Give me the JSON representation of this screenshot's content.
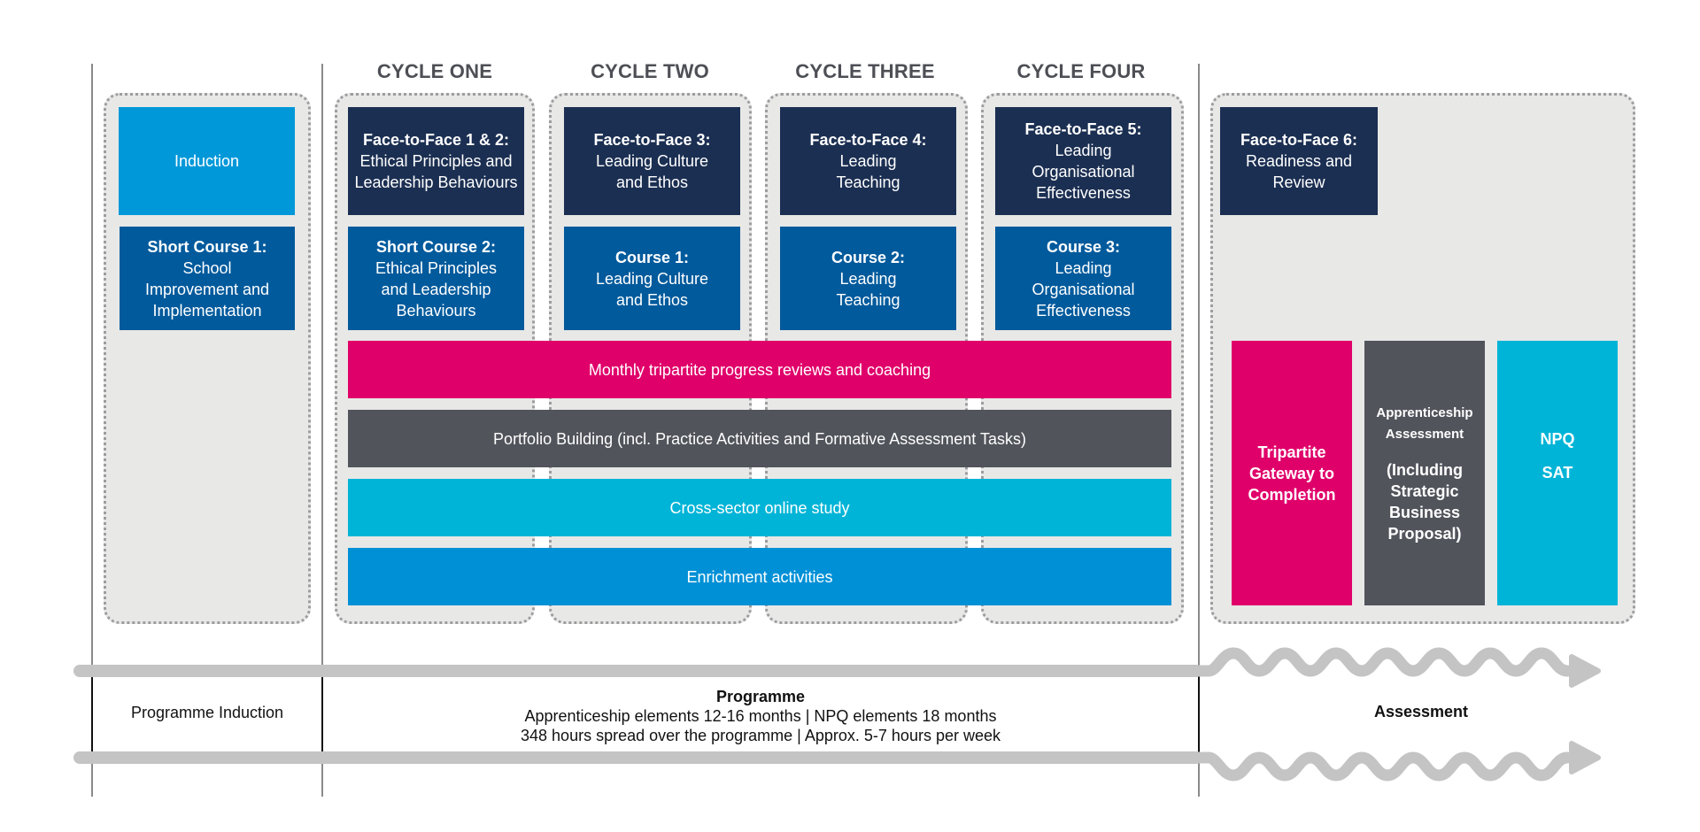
{
  "colors": {
    "face_to_face": "#1b2f52",
    "course": "#005a9c",
    "induction": "#0098d9",
    "coaching": "#e0006a",
    "portfolio": "#51545b",
    "online_study": "#00b4d7",
    "enrichment": "#0090d6",
    "panel": "#e8e8e7",
    "timeline": "#c4c4c4",
    "heading": "#4d4f55"
  },
  "cycles": [
    {
      "title": "CYCLE ONE"
    },
    {
      "title": "CYCLE TWO"
    },
    {
      "title": "CYCLE THREE"
    },
    {
      "title": "CYCLE FOUR"
    }
  ],
  "induction_column": {
    "induction_label": "Induction",
    "short_course": {
      "title": "Short Course 1:",
      "lines": [
        "School",
        "Improvement and",
        "Implementation"
      ]
    }
  },
  "face_to_face": [
    {
      "title": "Face-to-Face 1 & 2:",
      "lines": [
        "Ethical Principles and",
        "Leadership Behaviours"
      ]
    },
    {
      "title": "Face-to-Face 3:",
      "lines": [
        "Leading Culture",
        "and Ethos"
      ]
    },
    {
      "title": "Face-to-Face 4:",
      "lines": [
        "Leading",
        "Teaching"
      ]
    },
    {
      "title": "Face-to-Face 5:",
      "lines": [
        "Leading",
        "Organisational",
        "Effectiveness"
      ]
    },
    {
      "title": "Face-to-Face 6:",
      "lines": [
        "Readiness and",
        "Review"
      ]
    }
  ],
  "courses": [
    {
      "title": "Short Course 2:",
      "lines": [
        "Ethical Principles",
        "and Leadership",
        "Behaviours"
      ]
    },
    {
      "title": "Course 1:",
      "lines": [
        "Leading Culture",
        "and Ethos"
      ]
    },
    {
      "title": "Course 2:",
      "lines": [
        "Leading",
        "Teaching"
      ]
    },
    {
      "title": "Course 3:",
      "lines": [
        "Leading",
        "Organisational",
        "Effectiveness"
      ]
    }
  ],
  "bands": [
    {
      "label": "Monthly tripartite progress reviews and coaching"
    },
    {
      "label": "Portfolio Building (incl. Practice Activities and Formative Assessment Tasks)"
    },
    {
      "label": "Cross-sector online study"
    },
    {
      "label": "Enrichment activities"
    }
  ],
  "assessment_boxes": {
    "gateway": {
      "lines": [
        "Tripartite",
        "Gateway to",
        "Completion"
      ]
    },
    "apprenticeship": {
      "heading": [
        "Apprenticeship",
        "Assessment"
      ],
      "detail": [
        "(Including",
        "Strategic",
        "Business",
        "Proposal)"
      ]
    },
    "npq": {
      "lines": [
        "NPQ",
        "SAT"
      ]
    }
  },
  "timeline": {
    "induction_label": "Programme Induction",
    "programme_title": "Programme",
    "programme_line1": "Apprenticeship elements 12-16 months | NPQ elements 18 months",
    "programme_line2": "348 hours spread over the programme | Approx. 5-7 hours per week",
    "assessment_label": "Assessment"
  }
}
